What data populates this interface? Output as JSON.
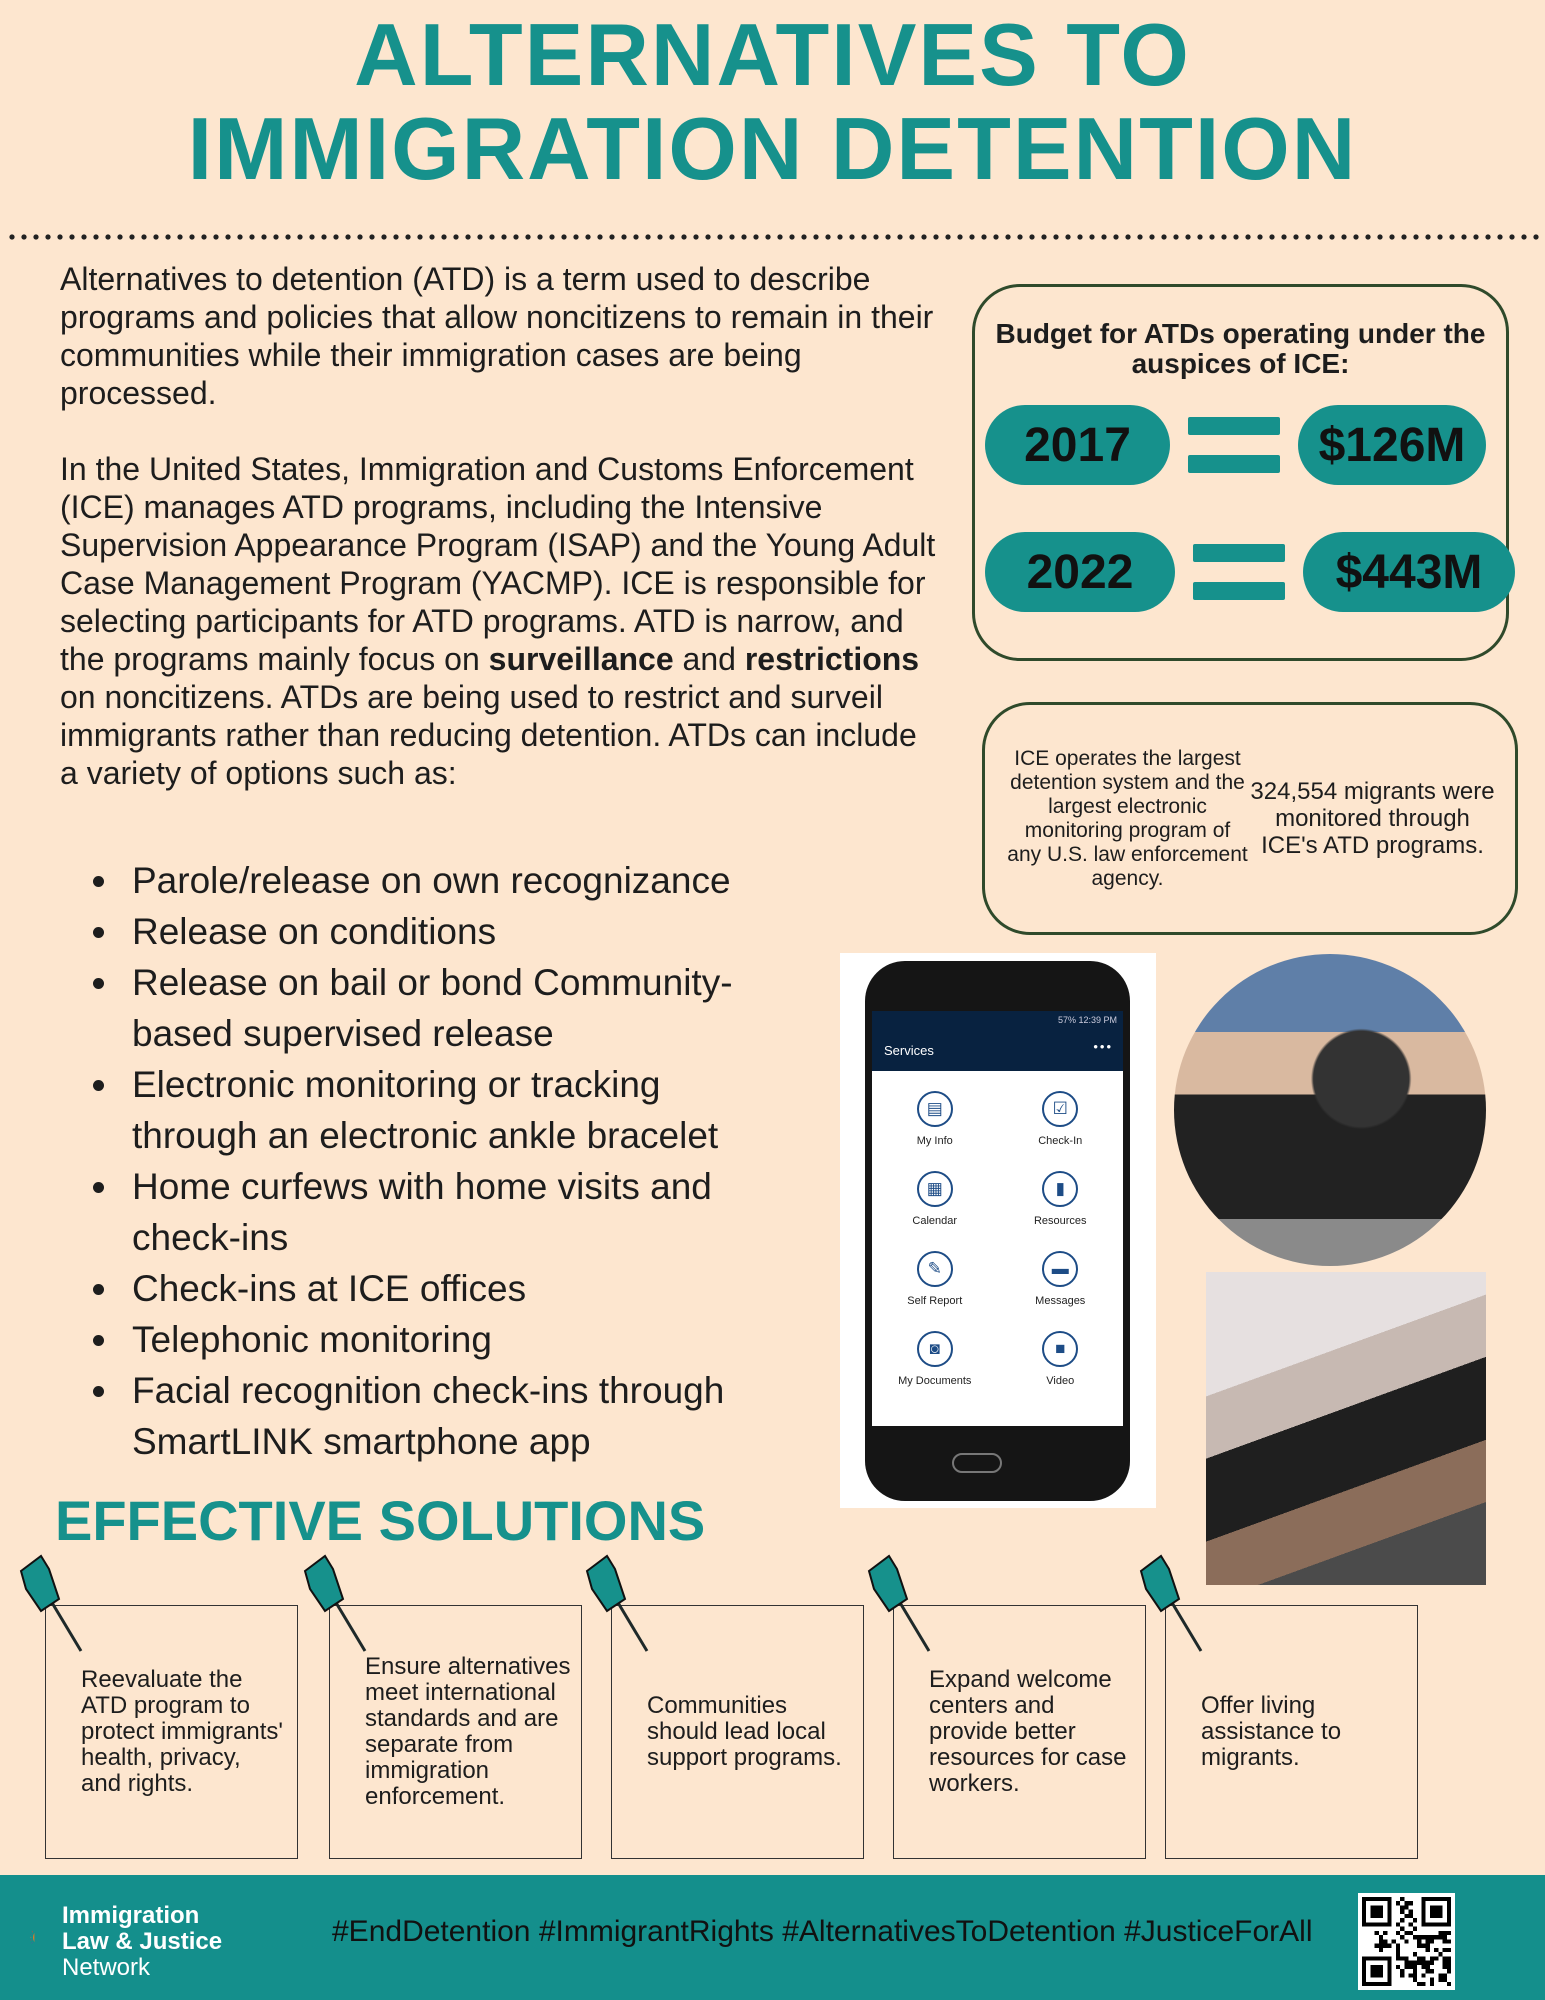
{
  "title": {
    "line1": "ALTERNATIVES TO",
    "line2": "IMMIGRATION DETENTION"
  },
  "intro": {
    "p1": "Alternatives to detention (ATD) is a term used to describe programs and policies that allow noncitizens to remain in their communities while their immigration cases are being processed.",
    "p2_a": "In the United States, Immigration and Customs Enforcement (ICE) manages ATD programs, including the Intensive Supervision Appearance Program (ISAP) and the Young Adult Case Management Program (YACMP). ICE is responsible for selecting participants for ATD programs. ATD is narrow, and the programs mainly focus on ",
    "p2_b": "surveillance",
    "p2_c": " and ",
    "p2_d": "restrictions",
    "p2_e": " on noncitizens. ATDs are being used to restrict and surveil immigrants rather than reducing detention. ATDs can include a variety of options such as:"
  },
  "bullets": [
    "Parole/release on own recognizance",
    "Release on conditions",
    "Release on bail or bond Community-based supervised release",
    "Electronic monitoring or tracking through an electronic ankle bracelet",
    "Home curfews with home visits and check-ins",
    "Check-ins at ICE offices",
    "Telephonic monitoring",
    "Facial recognition check-ins through SmartLINK smartphone app"
  ],
  "budget": {
    "heading": "Budget for ATDs operating under the auspices of ICE:",
    "rows": [
      {
        "year": "2017",
        "amount": "$126M"
      },
      {
        "year": "2022",
        "amount": "$443M"
      }
    ]
  },
  "stats": {
    "left": "ICE operates the largest detention system and the largest electronic monitoring program of any U.S. law enforcement agency.",
    "right": "324,554 migrants were monitored through ICE's ATD programs."
  },
  "phone": {
    "status": "57% 12:39 PM",
    "title": "Services",
    "more": "•••",
    "items": [
      "My Info",
      "Check-In",
      "Calendar",
      "Resources",
      "Self Report",
      "Messages",
      "My Documents",
      "Video"
    ]
  },
  "solutions": {
    "heading": "EFFECTIVE SOLUTIONS",
    "items": [
      "Reevaluate the ATD program to protect immigrants' health, privacy, and rights.",
      "Ensure alternatives meet international standards and are separate from immigration enforcement.",
      "Communities should lead local support programs.",
      "Expand welcome centers and provide better resources for case workers.",
      "Offer living assistance to migrants."
    ]
  },
  "footer": {
    "logo_line1": "Immigration",
    "logo_line2": "Law & Justice",
    "logo_line3": "Network",
    "hashtags": "#EndDetention #ImmigrantRights #AlternativesToDetention #JusticeForAll"
  },
  "colors": {
    "teal": "#16918c",
    "background": "#fde6cf"
  }
}
